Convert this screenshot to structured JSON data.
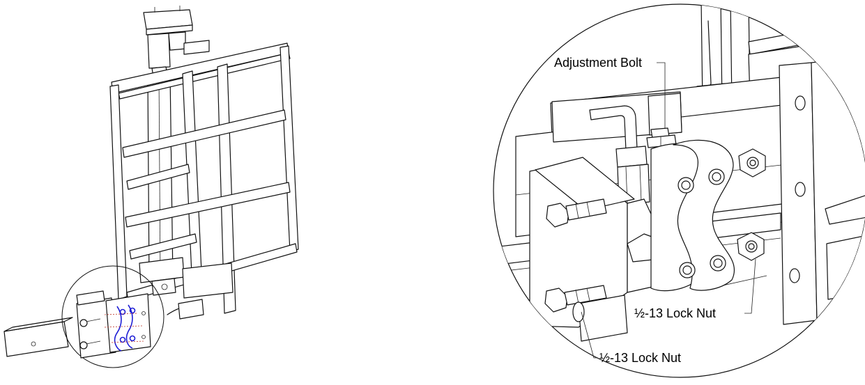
{
  "figure": {
    "left_view": {
      "name": "overall-assembly"
    },
    "detail_view": {
      "callouts": [
        {
          "id": "adjustment-bolt",
          "label": "Adjustment Bolt"
        },
        {
          "id": "lock-nut-right",
          "label": "½-13 Lock Nut"
        },
        {
          "id": "lock-nut-left",
          "label": "½-13 Lock Nut"
        }
      ]
    }
  }
}
